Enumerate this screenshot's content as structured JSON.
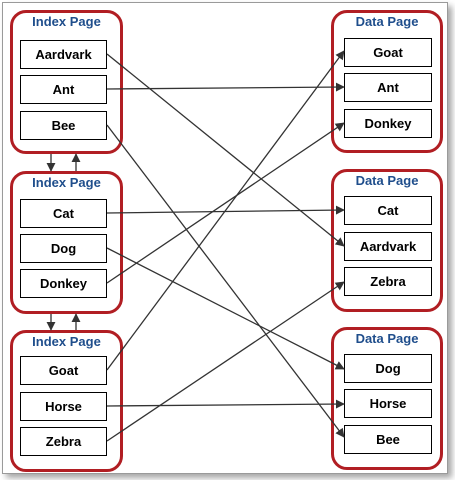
{
  "diagram": {
    "index_pages": [
      {
        "title": "Index Page",
        "items": [
          "Aardvark",
          "Ant",
          "Bee"
        ]
      },
      {
        "title": "Index Page",
        "items": [
          "Cat",
          "Dog",
          "Donkey"
        ]
      },
      {
        "title": "Index Page",
        "items": [
          "Goat",
          "Horse",
          "Zebra"
        ]
      }
    ],
    "data_pages": [
      {
        "title": "Data Page",
        "items": [
          "Goat",
          "Ant",
          "Donkey"
        ]
      },
      {
        "title": "Data Page",
        "items": [
          "Cat",
          "Aardvark",
          "Zebra"
        ]
      },
      {
        "title": "Data Page",
        "items": [
          "Dog",
          "Horse",
          "Bee"
        ]
      }
    ],
    "colors": {
      "border": "#b11e23",
      "title": "#1f4e8c",
      "line": "#333333"
    }
  }
}
